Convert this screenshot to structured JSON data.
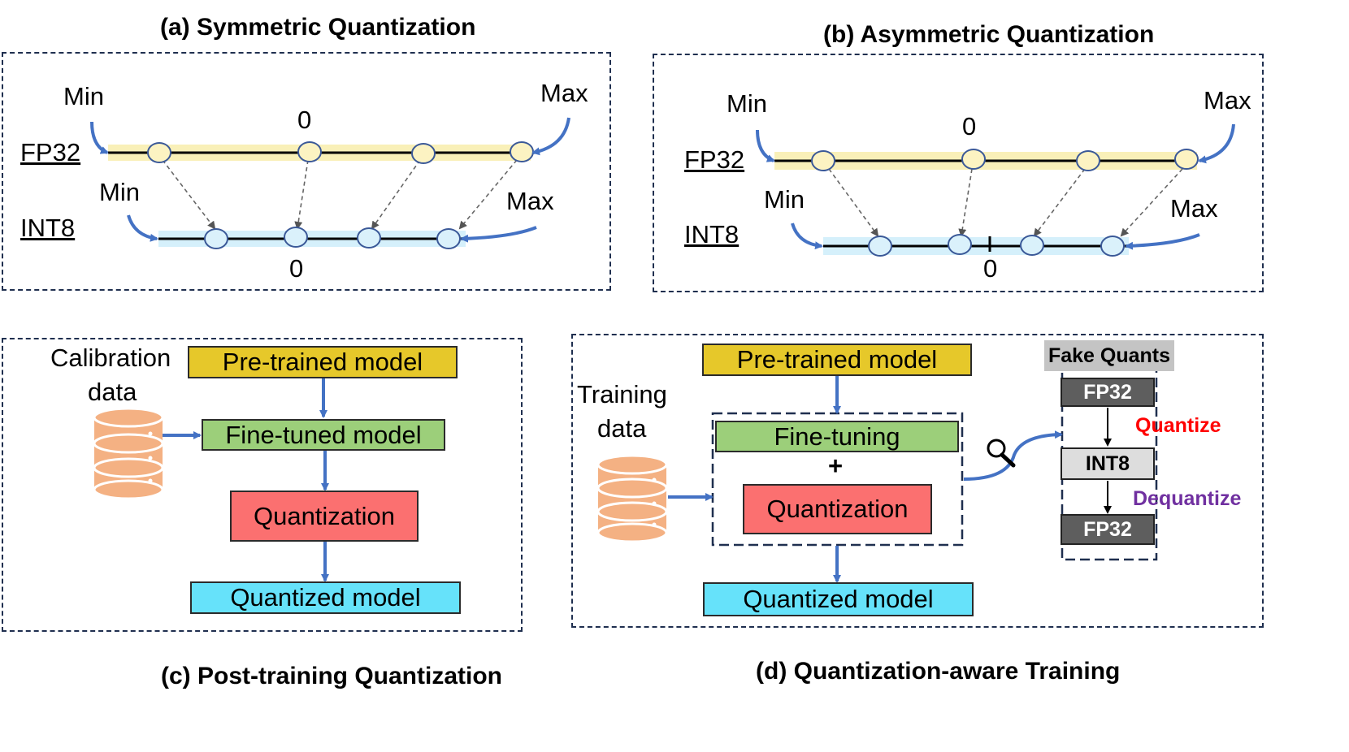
{
  "panels": {
    "a": {
      "title": "(a) Symmetric Quantization",
      "fp32_label": "FP32",
      "int8_label": "INT8",
      "fp32_min": "Min",
      "fp32_max": "Max",
      "int8_min": "Min",
      "int8_max": "Max",
      "fp32_zero": "0",
      "int8_zero": "0"
    },
    "b": {
      "title": "(b) Asymmetric Quantization",
      "fp32_label": "FP32",
      "int8_label": "INT8",
      "fp32_min": "Min",
      "fp32_max": "Max",
      "int8_min": "Min",
      "int8_max": "Max",
      "fp32_zero": "0",
      "int8_zero": "0"
    },
    "c": {
      "title": "(c) Post-training Quantization",
      "data_label_1": "Calibration",
      "data_label_2": "data",
      "pretrained": "Pre-trained model",
      "finetuned": "Fine-tuned model",
      "quantization": "Quantization",
      "quantized": "Quantized model"
    },
    "d": {
      "title": "(d) Quantization-aware Training",
      "data_label_1": "Training",
      "data_label_2": "data",
      "pretrained": "Pre-trained model",
      "finetuning": "Fine-tuning",
      "plus": "+",
      "quantization": "Quantization",
      "quantized": "Quantized model",
      "fake_quants": {
        "title": "Fake Quants",
        "top": "FP32",
        "middle": "INT8",
        "bottom": "FP32",
        "quantize": "Quantize",
        "dequantize": "Dequantize"
      }
    }
  },
  "colors": {
    "arrow_blue": "#4472c4",
    "fp32_band": "#f9f0b8",
    "int8_band": "#d5f0fb",
    "fp32_node": "#fcf3c2",
    "int8_node": "#daf1fb",
    "quantize_text": "#ff0000",
    "dequantize_text": "#7030a0",
    "database": "#f4b183"
  }
}
